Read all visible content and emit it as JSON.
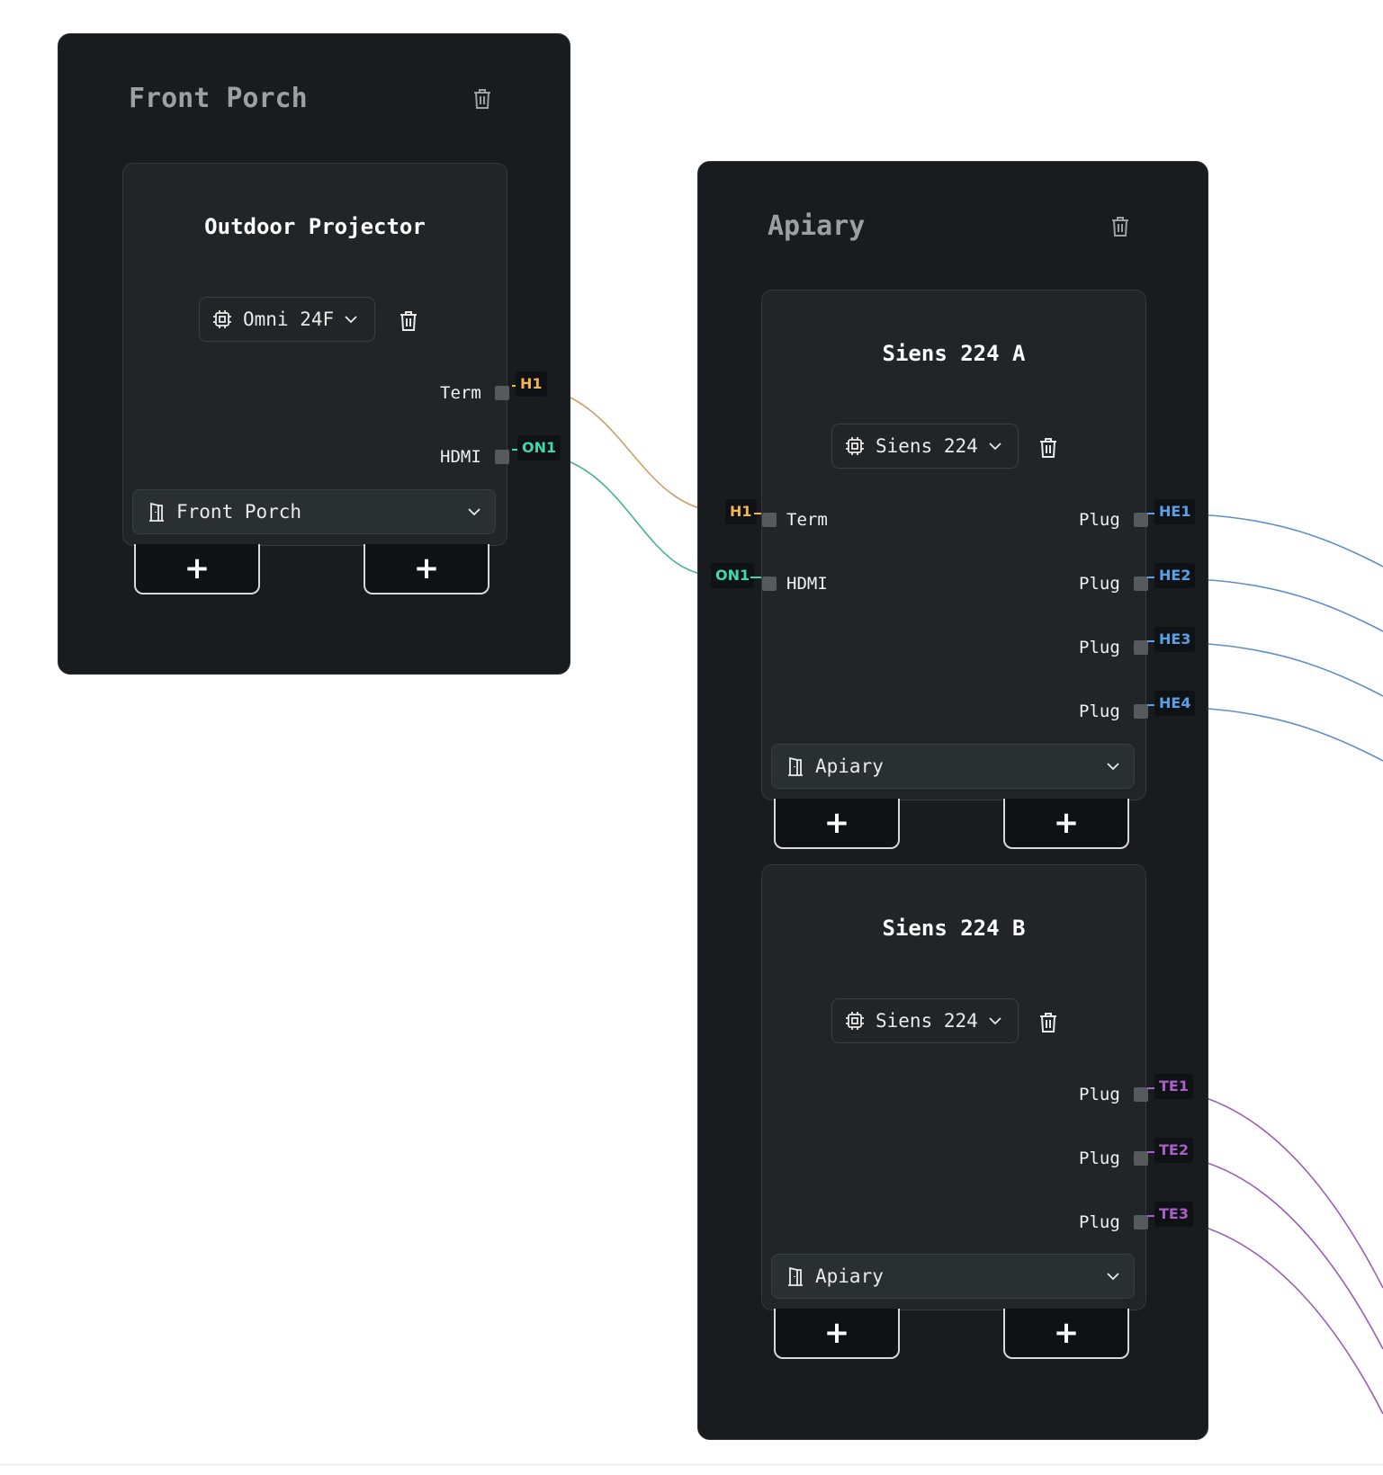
{
  "groups": [
    {
      "title": "Front Porch",
      "devices": [
        {
          "title": "Outdoor Projector",
          "model": "Omni 24F",
          "room": "Front Porch",
          "out_ports": [
            {
              "label": "Term",
              "tag": "H1"
            },
            {
              "label": "HDMI",
              "tag": "ON1"
            }
          ],
          "add_left": "+",
          "add_right": "+"
        }
      ]
    },
    {
      "title": "Apiary",
      "devices": [
        {
          "title": "Siens 224 A",
          "model": "Siens 224",
          "room": "Apiary",
          "in_ports": [
            {
              "label": "Term",
              "tag": "H1"
            },
            {
              "label": "HDMI",
              "tag": "ON1"
            }
          ],
          "out_ports": [
            {
              "label": "Plug",
              "tag": "HE1"
            },
            {
              "label": "Plug",
              "tag": "HE2"
            },
            {
              "label": "Plug",
              "tag": "HE3"
            },
            {
              "label": "Plug",
              "tag": "HE4"
            }
          ],
          "add_left": "+",
          "add_right": "+"
        },
        {
          "title": "Siens 224 B",
          "model": "Siens 224",
          "room": "Apiary",
          "out_ports": [
            {
              "label": "Plug",
              "tag": "TE1"
            },
            {
              "label": "Plug",
              "tag": "TE2"
            },
            {
              "label": "Plug",
              "tag": "TE3"
            }
          ],
          "add_left": "+",
          "add_right": "+"
        }
      ]
    }
  ],
  "colors": {
    "H": "#f0b45a",
    "ON": "#3ed9a8",
    "HE": "#5aa0e6",
    "TE": "#a85fc8"
  }
}
